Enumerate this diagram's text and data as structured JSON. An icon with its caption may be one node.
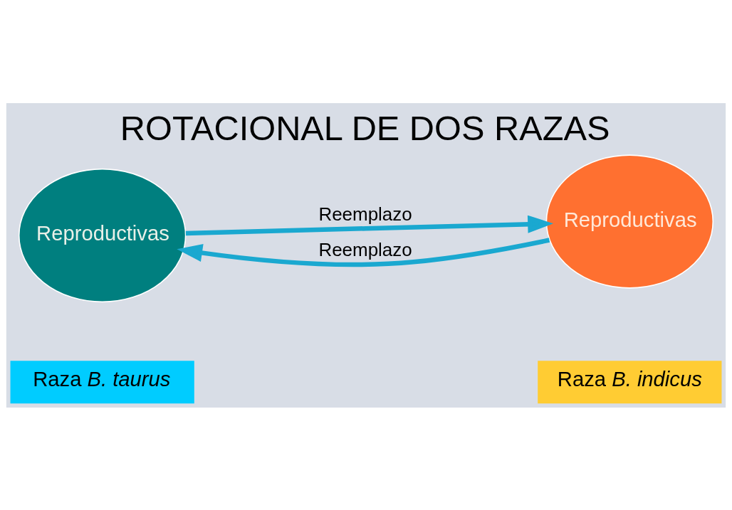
{
  "diagram": {
    "title": "ROTACIONAL DE DOS RAZAS",
    "nodes": [
      {
        "text": [
          "Raza *B. taurus*"
        ]
      },
      {
        "text": [
          "Raza *B. indicus*"
        ]
      },
      {
        "text": [
          "Reproductivas"
        ]
      },
      {
        "text": [
          "Reproductivas"
        ]
      }
    ],
    "edges": [
      {
        "from": 2,
        "to": 3,
        "arrow": "to",
        "label": "Reemplazo"
      },
      {
        "from": 3,
        "to": 2,
        "arrow": "to",
        "label": "Reemplazo"
      }
    ]
  }
}
